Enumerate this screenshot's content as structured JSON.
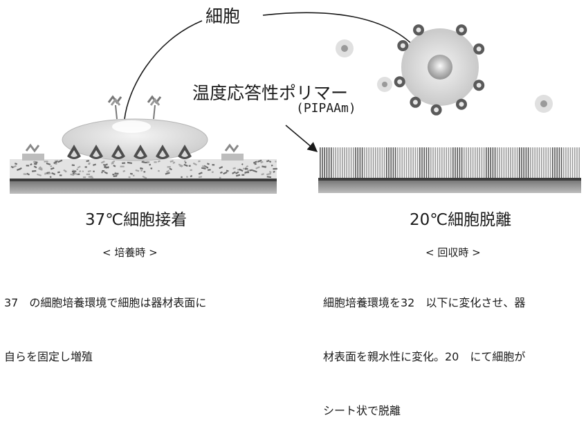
{
  "labels": {
    "cell": "細胞",
    "polymer": "温度応答性ポリマー",
    "polymer_abbr": "(PIPAAm)"
  },
  "left_panel": {
    "title": "37℃細胞接着",
    "subtitle": "< 培養時 >",
    "description": [
      "37　の細胞培養環境で細胞は器材表面に",
      "自らを固定し増殖"
    ]
  },
  "right_panel": {
    "title": "20℃細胞脱離",
    "subtitle": "< 回収時 >",
    "description": [
      "細胞培養環境を32　以下に変化させ、器",
      "材表面を親水性に変化。20　にて細胞が",
      "シート状で脱離"
    ]
  },
  "colors": {
    "surface": "#3d3d3d",
    "cell_body": "#d7d7d7",
    "polymer_brush": "#7a7a7a"
  }
}
